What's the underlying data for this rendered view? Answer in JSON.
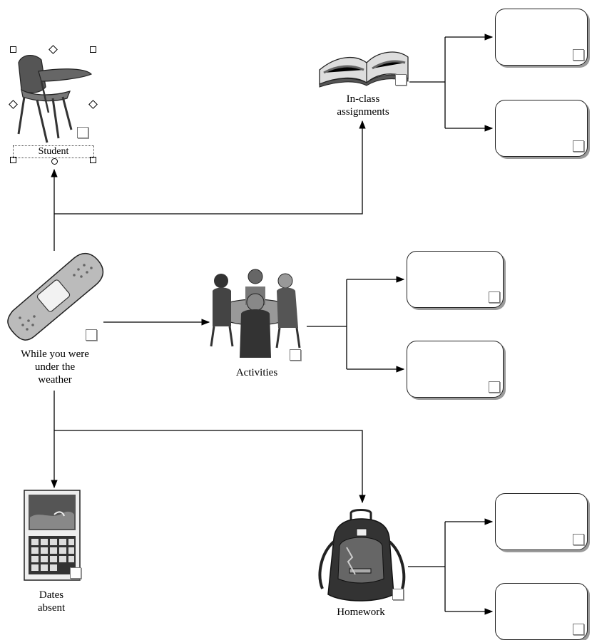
{
  "nodes": {
    "root": {
      "label_lines": [
        "While you were",
        "under the",
        "weather"
      ],
      "icon": "bandage-icon"
    },
    "student": {
      "label": "Student",
      "icon": "chair-icon"
    },
    "inclass": {
      "label_lines": [
        "In-class",
        "assignments"
      ],
      "icon": "open-book-icon"
    },
    "activities": {
      "label": "Activities",
      "icon": "group-meeting-icon"
    },
    "dates": {
      "label_lines": [
        "Dates",
        "absent"
      ],
      "icon": "calendar-icon"
    },
    "homework": {
      "label": "Homework",
      "icon": "backpack-icon"
    }
  },
  "answer_boxes": {
    "inclass": [
      "",
      ""
    ],
    "activities": [
      "",
      ""
    ],
    "homework": [
      "",
      ""
    ]
  }
}
